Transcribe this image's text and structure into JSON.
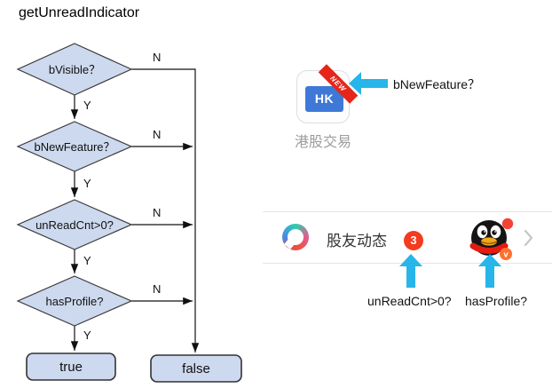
{
  "title": "getUnreadIndicator",
  "flowchart": {
    "nodes": {
      "bvisible": "bVisible？",
      "bnewfeature": "bNewFeature？",
      "unreadcnt": "unReadCnt>0?",
      "hasprofile": "hasProfile?",
      "result_true": "true",
      "result_false": "false"
    },
    "labels": {
      "yes": "Y",
      "no": "N"
    }
  },
  "hk_example": {
    "icon_text": "HK",
    "ribbon": "NEW",
    "caption": "港股交易",
    "annotation": "bNewFeature？"
  },
  "row_example": {
    "title": "股友动态",
    "badge_count": "3",
    "qq_badge": "v",
    "annotation_unread": "unReadCnt>0?",
    "annotation_profile": "hasProfile?"
  },
  "colors": {
    "node_fill": "#cdd9ee",
    "node_border": "#3a3a3a",
    "arrow_cyan": "#27b5ea",
    "hk_blue": "#3e79d8",
    "ribbon_red": "#e62619",
    "badge_red": "#f43b1e",
    "caption_gray": "#9c9c9c",
    "divider_gray": "#e5e5e5"
  }
}
